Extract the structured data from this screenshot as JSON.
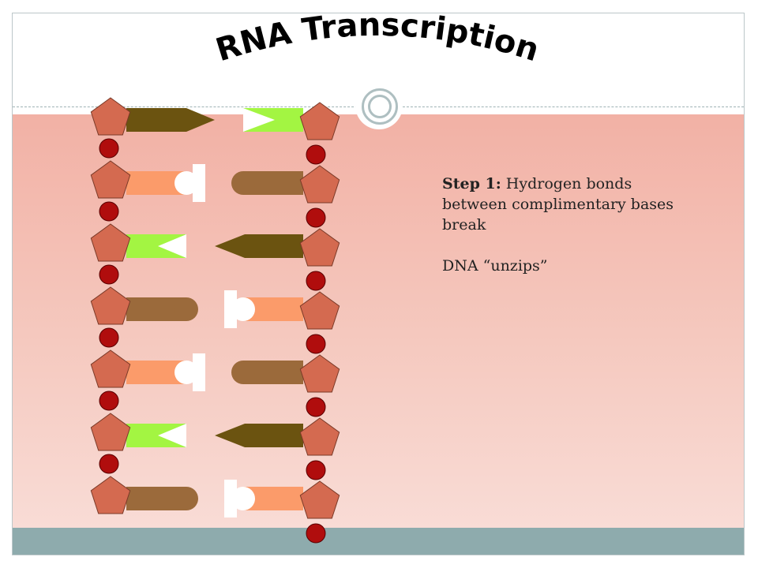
{
  "slide": {
    "title": "RNA Transcription",
    "step_label": "Step 1:",
    "step_text": "Hydrogen bonds between complimentary bases break",
    "note_text": "DNA “unzips”"
  },
  "diagram": {
    "left_strand": [
      "arrow",
      "round",
      "notch",
      "round",
      "round",
      "notch",
      "round"
    ],
    "right_strand": [
      "notch",
      "round",
      "arrow",
      "round",
      "round",
      "arrow",
      "round"
    ],
    "base_colors": {
      "arrow": "#6b5310",
      "notch": "#a3f542",
      "round_peach": "#fb9b6a",
      "round_brown": "#9b6a3b"
    },
    "sugar_color": "#d46a50",
    "phosphate_color": "#b00d0d"
  },
  "colors": {
    "background_top": "#f2b1a5",
    "background_bottom": "#f9dcd6",
    "footer": "#8eabad"
  }
}
